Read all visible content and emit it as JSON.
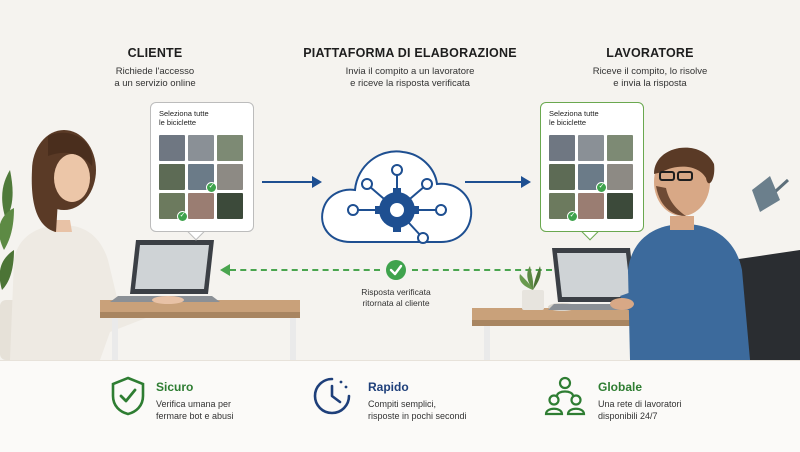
{
  "columns": {
    "client": {
      "title": "CLIENTE",
      "subtitle": "Richiede l'accesso\na un servizio online"
    },
    "platform": {
      "title": "PIATTAFORMA DI ELABORAZIONE",
      "subtitle": "Invia il compito a un lavoratore\ne riceve la risposta verificata"
    },
    "worker": {
      "title": "LAVORATORE",
      "subtitle": "Riceve il compito, lo risolve\ne invia la risposta"
    }
  },
  "captcha": {
    "prompt": "Seleziona tutte\nle biciclette",
    "tile_colors": [
      "#6f7782",
      "#8a9096",
      "#7d8a74",
      "#5d6b55",
      "#6b7b88",
      "#8d8a84",
      "#6c7a5e",
      "#9a7d72",
      "#3c4a3a"
    ],
    "checked_tiles": [
      4,
      6
    ]
  },
  "return_flow": {
    "label": "Risposta verificata\nritornata al cliente"
  },
  "features": [
    {
      "icon": "shield-check-icon",
      "title": "Sicuro",
      "description": "Verifica umana per\nfermare bot e abusi",
      "color": "#2e7d32"
    },
    {
      "icon": "clock-icon",
      "title": "Rapido",
      "description": "Compiti semplici,\nrisposte in pochi secondi",
      "color": "#1e3f7a"
    },
    {
      "icon": "people-network-icon",
      "title": "Globale",
      "description": "Una rete di lavoratori\ndisponibili 24/7",
      "color": "#2e7d32"
    }
  ],
  "colors": {
    "accent_blue": "#1e4f91",
    "accent_green": "#3fa34d"
  }
}
